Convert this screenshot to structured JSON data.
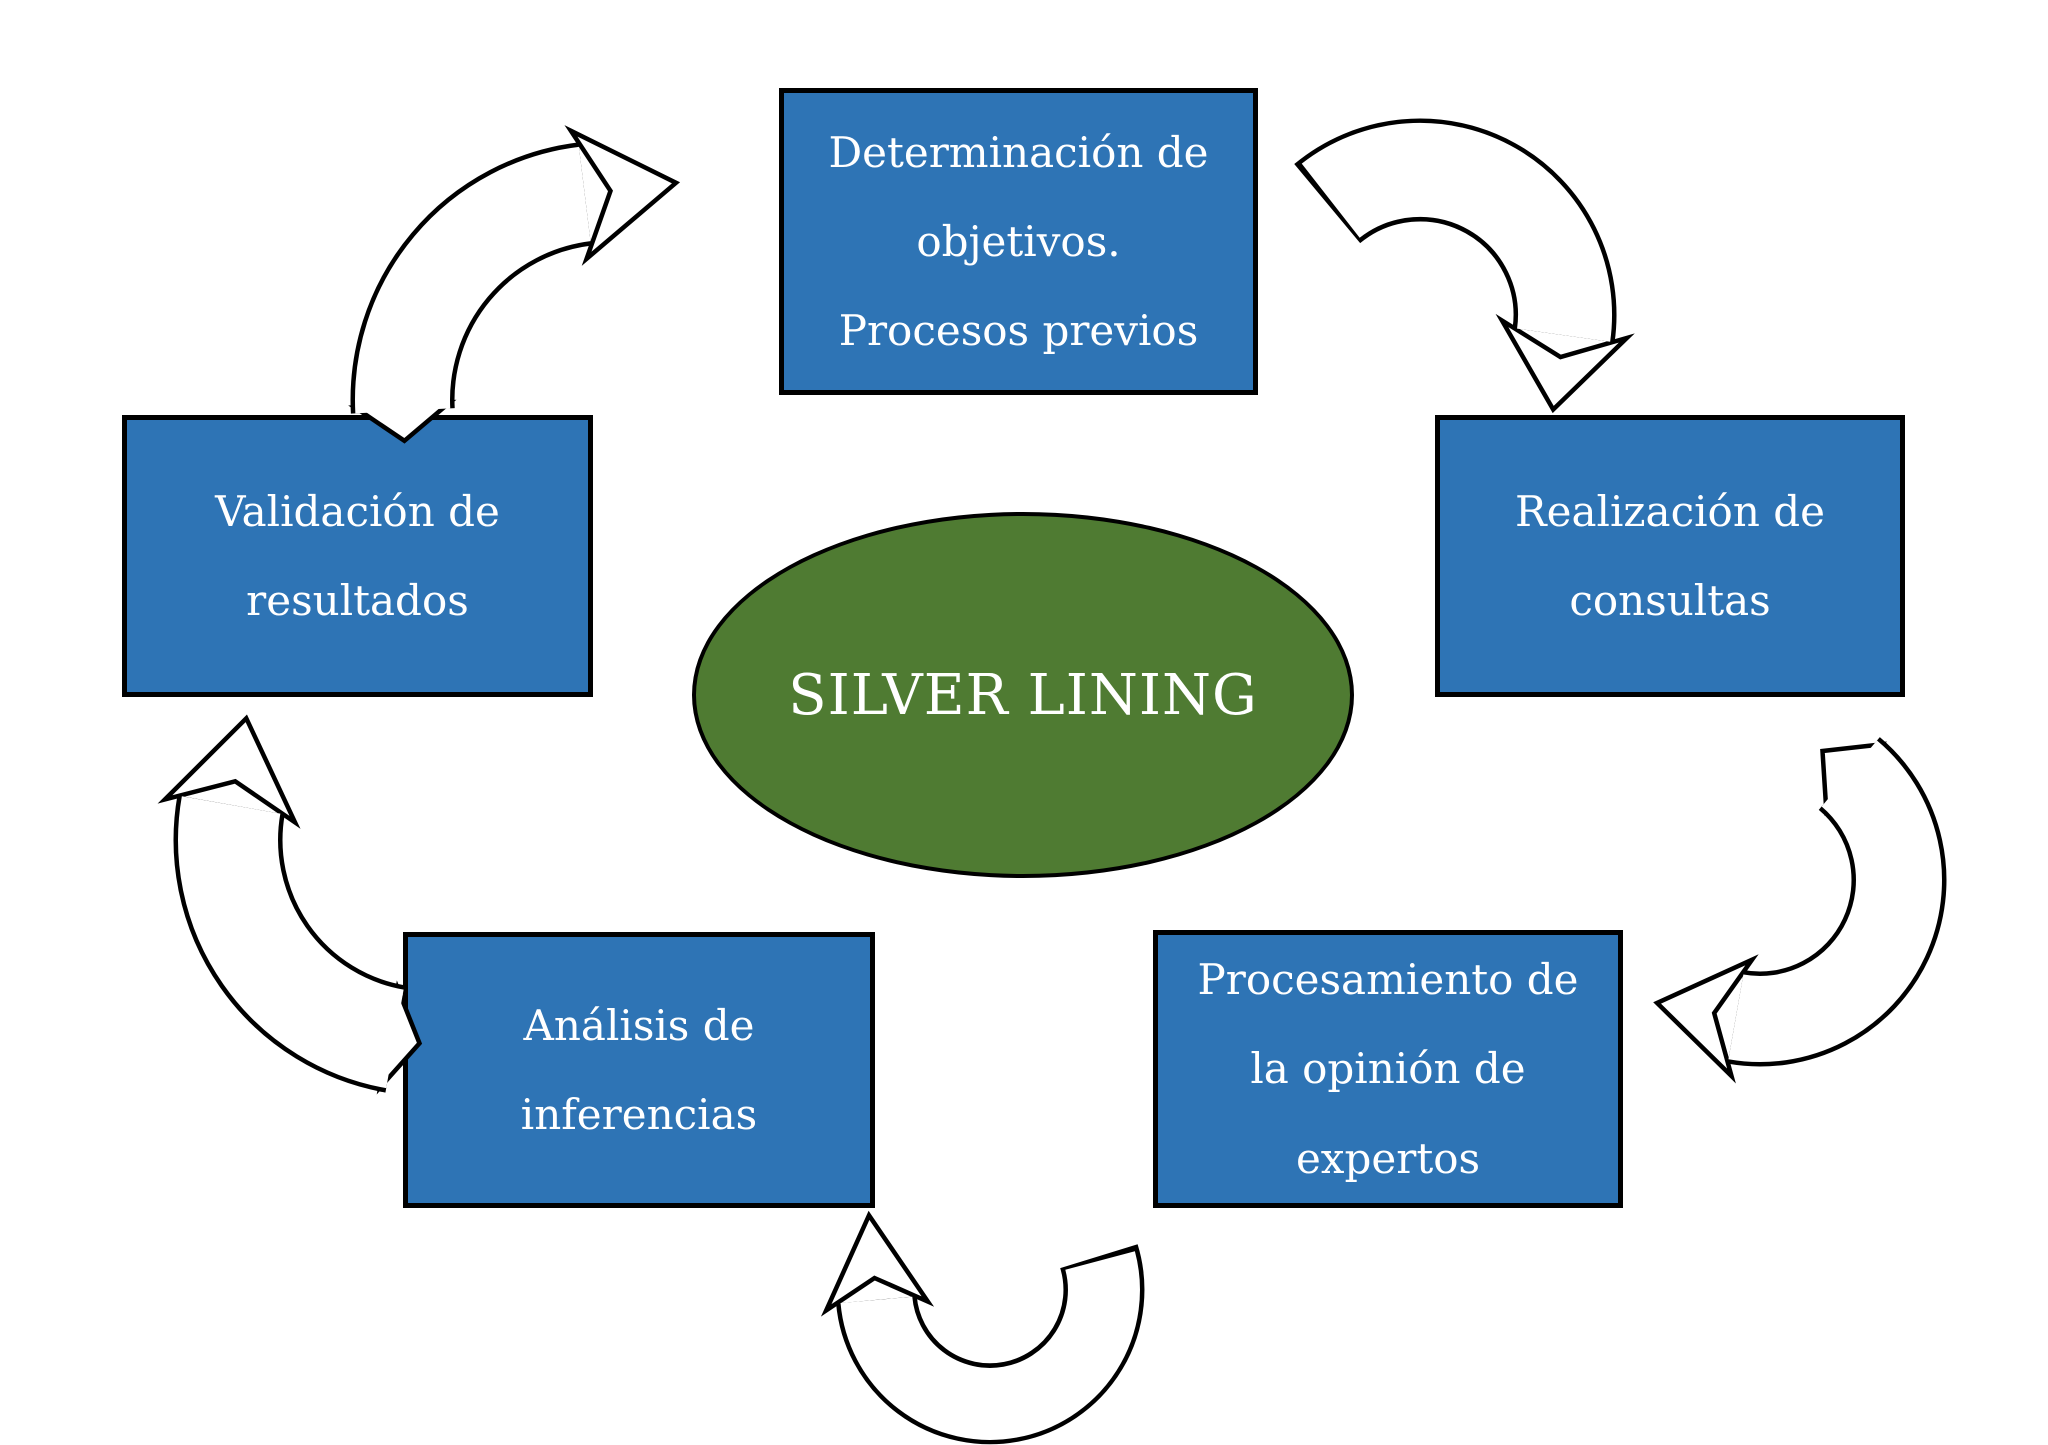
{
  "center": {
    "label": "SILVER LINING"
  },
  "boxes": {
    "top": {
      "label": "Determinación de\nobjetivos.\nProcesos previos"
    },
    "right": {
      "label": "Realización de\nconsultas"
    },
    "bottom_right": {
      "label": "Procesamiento de\nla opinión de\nexpertos"
    },
    "bottom_left": {
      "label": "Análisis de\ninferencias"
    },
    "left": {
      "label": "Validación de\nresultados"
    }
  },
  "arrows": [
    {
      "from": "left",
      "to": "top"
    },
    {
      "from": "top",
      "to": "right"
    },
    {
      "from": "right",
      "to": "bottom_right"
    },
    {
      "from": "bottom_right",
      "to": "bottom_left"
    },
    {
      "from": "bottom_left",
      "to": "left"
    }
  ],
  "colors": {
    "background": "#FFFFFF",
    "box_fill": "#2E74B5",
    "box_text": "#FFFFFF",
    "ellipse_fill": "#4F7B32",
    "ellipse_text": "#FFFFFF",
    "arrow_fill": "#FFFFFF",
    "outline": "#000000"
  }
}
